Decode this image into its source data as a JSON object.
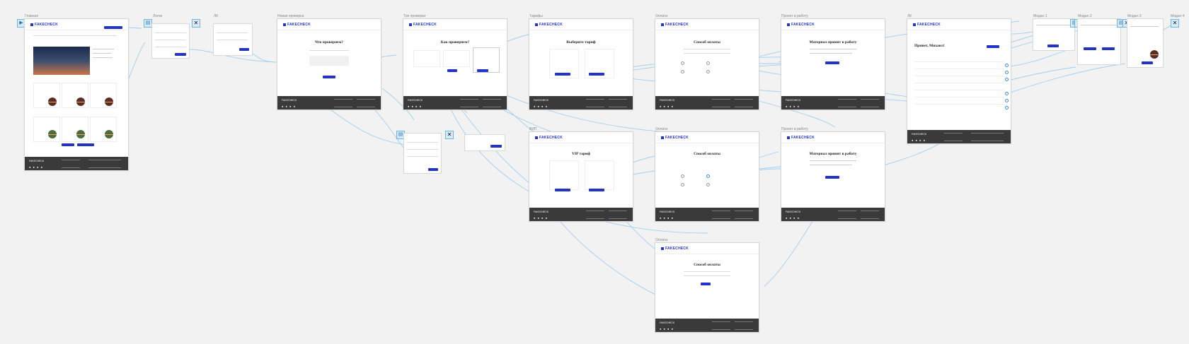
{
  "frames": [
    {
      "label": "Главная"
    },
    {
      "label": "Логин"
    },
    {
      "label": "ЛК"
    },
    {
      "label": "Новая проверка"
    },
    {
      "label": "Тип проверки"
    },
    {
      "label": "Тарифы"
    },
    {
      "label": "Оплата"
    },
    {
      "label": "Проект в работу"
    },
    {
      "label": "ЛК"
    },
    {
      "label": "Модал 1"
    },
    {
      "label": "Модал 2"
    },
    {
      "label": "Модал 3"
    },
    {
      "label": "Модал 4"
    },
    {
      "label": "ВИП"
    },
    {
      "label": "Оплата"
    },
    {
      "label": "Проект в работу"
    },
    {
      "label": "Оплата"
    }
  ],
  "brand": {
    "logo": "FAKECHECK",
    "accent": "#2234c8",
    "wire": "#9fd0f0",
    "footer": "#3a3a3a"
  },
  "titles": {
    "new_check": "Что проверяем?",
    "type_check": "Как проверяем?",
    "tariffs": "Выберите тариф",
    "payment": "Способ оплаты",
    "project": "Материал принят в работу",
    "vip": "VIP тариф",
    "lk_greeting": "Привет, Михаил!"
  },
  "icons": {
    "doc": "document-icon",
    "close": "close-icon",
    "play": "play-icon"
  },
  "glyphs": {
    "play": "▶",
    "doc": "▤",
    "close": "✕"
  }
}
